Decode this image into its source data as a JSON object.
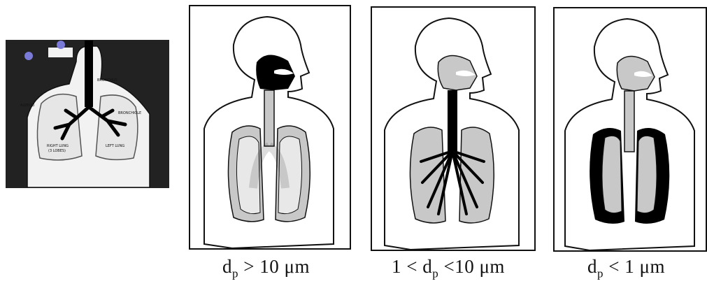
{
  "reference_panel": {
    "labels": {
      "alveoli": "ALVEOLI",
      "bronchus": "BRONCHUS",
      "bronchiole": "BRONCHIOLE",
      "right_lung": "RIGHT LUNG",
      "right_lung_sub": "(3 LOBES)",
      "left_lung": "LEFT LUNG"
    }
  },
  "panels": [
    {
      "id": "large",
      "caption_prefix": "d",
      "caption_sub": "p",
      "caption_suffix": " > 10 μm"
    },
    {
      "id": "medium",
      "caption_prefix": "1 < d",
      "caption_sub": "p",
      "caption_suffix": " <10 μm"
    },
    {
      "id": "small",
      "caption_prefix": "d",
      "caption_sub": "p",
      "caption_suffix": " < 1 μm"
    }
  ],
  "colors": {
    "deposit": "#000000",
    "tissue": "#c8c8c8",
    "outline": "#111111",
    "particle": "#7a7ad8"
  }
}
